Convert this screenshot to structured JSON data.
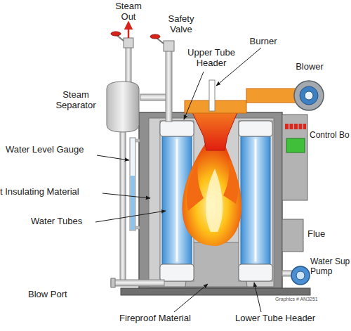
{
  "diagram": {
    "labels": [
      "Steam Out",
      "Safety Valve",
      "Burner",
      "Upper Tube Header",
      "Blower",
      "Steam Separator",
      "Control Bo",
      "Water Level Gauge",
      "t Insulating Material",
      "Water Tubes",
      "Flue",
      "Water Sup Pump",
      "Blow Port",
      "Fireproof Material",
      "Lower Tube Header",
      "Graphics # AN3251"
    ]
  }
}
